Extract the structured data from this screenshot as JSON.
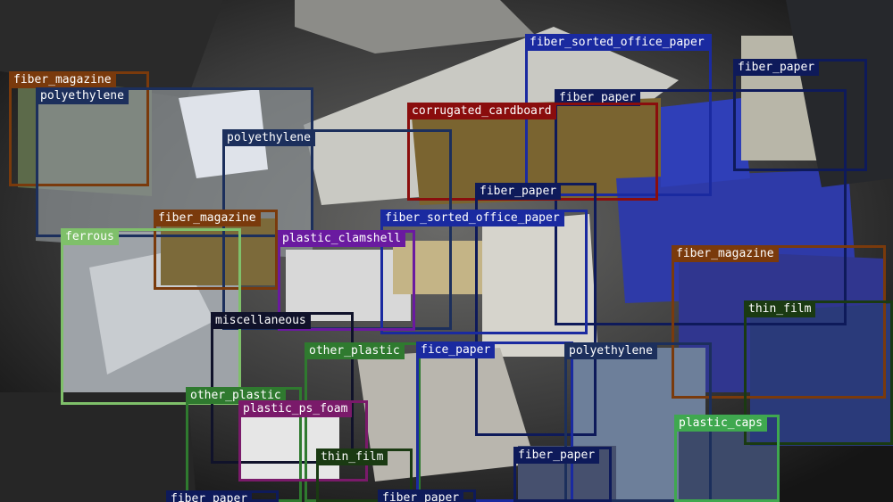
{
  "colors": {
    "fiber_magazine": "#7a3a0c",
    "polyethylene": "#1c2f5c",
    "fiber_sorted_office_paper": "#1a2aa0",
    "fiber_paper": "#0e1a5a",
    "corrugated_cardboard": "#8a0d0d",
    "plastic_clamshell": "#6a1aa0",
    "ferrous": "#7fc06a",
    "miscellaneous": "#10122a",
    "other_plastic": "#2f7a2f",
    "plastic_ps_foam": "#7a1a6a",
    "thin_film": "#1a3a12",
    "plastic_caps": "#3fa84f"
  },
  "detections": [
    {
      "id": "det-01",
      "label": "fiber_magazine",
      "cls": "fiber_magazine"
    },
    {
      "id": "det-02",
      "label": "polyethylene",
      "cls": "polyethylene"
    },
    {
      "id": "det-03",
      "label": "fiber_sorted_office_paper",
      "cls": "fiber_sorted_office_paper"
    },
    {
      "id": "det-04",
      "label": "fiber_paper",
      "cls": "fiber_paper"
    },
    {
      "id": "det-05",
      "label": "fiber_paper",
      "cls": "fiber_paper"
    },
    {
      "id": "det-06",
      "label": "corrugated_cardboard",
      "cls": "corrugated_cardboard"
    },
    {
      "id": "det-07",
      "label": "polyethylene",
      "cls": "polyethylene"
    },
    {
      "id": "det-08",
      "label": "fiber_paper",
      "cls": "fiber_paper"
    },
    {
      "id": "det-09",
      "label": "fiber_magazine",
      "cls": "fiber_magazine"
    },
    {
      "id": "det-10",
      "label": "fiber_sorted_office_paper",
      "cls": "fiber_sorted_office_paper"
    },
    {
      "id": "det-11",
      "label": "ferrous",
      "cls": "ferrous"
    },
    {
      "id": "det-12",
      "label": "plastic_clamshell",
      "cls": "plastic_clamshell"
    },
    {
      "id": "det-13",
      "label": "fiber_magazine",
      "cls": "fiber_magazine"
    },
    {
      "id": "det-14",
      "label": "thin_film",
      "cls": "thin_film"
    },
    {
      "id": "det-15",
      "label": "miscellaneous",
      "cls": "miscellaneous"
    },
    {
      "id": "det-16",
      "label": "other_plastic",
      "cls": "other_plastic"
    },
    {
      "id": "det-17",
      "label": "fice_paper",
      "cls": "fiber_sorted_office_paper"
    },
    {
      "id": "det-18",
      "label": "polyethylene",
      "cls": "polyethylene"
    },
    {
      "id": "det-19",
      "label": "other_plastic",
      "cls": "other_plastic"
    },
    {
      "id": "det-20",
      "label": "plastic_ps_foam",
      "cls": "plastic_ps_foam"
    },
    {
      "id": "det-21",
      "label": "plastic_caps",
      "cls": "plastic_caps"
    },
    {
      "id": "det-22",
      "label": "thin_film",
      "cls": "thin_film"
    },
    {
      "id": "det-23",
      "label": "fiber_paper",
      "cls": "fiber_paper"
    },
    {
      "id": "det-24",
      "label": "fiber_paper",
      "cls": "fiber_paper"
    },
    {
      "id": "det-25",
      "label": "fiber_paper",
      "cls": "fiber_paper"
    }
  ]
}
